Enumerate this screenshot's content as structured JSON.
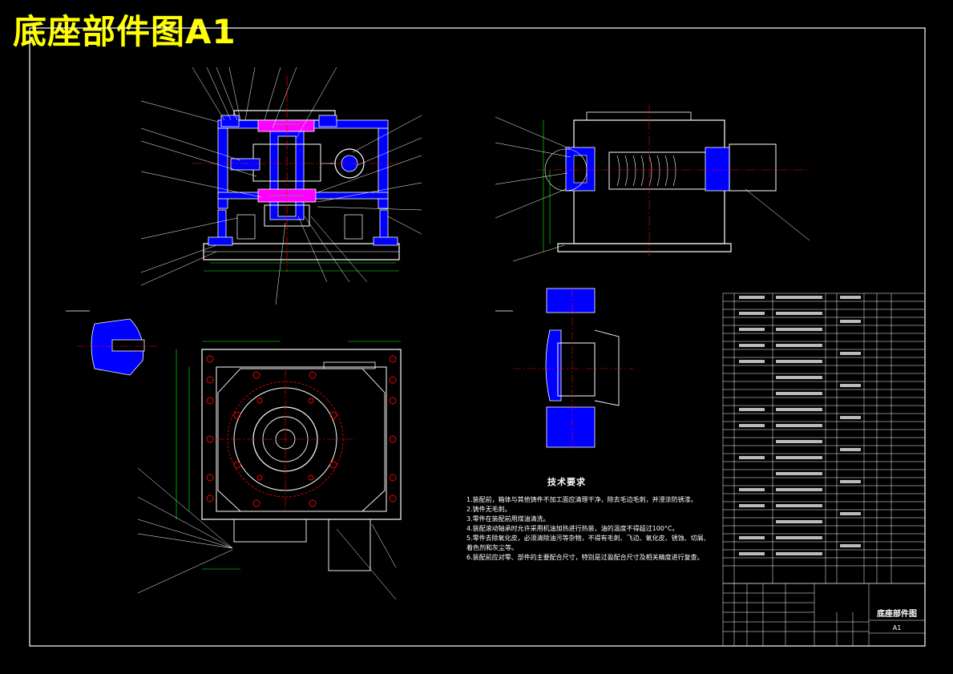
{
  "sheet": {
    "title": "底座部件图A1",
    "drawing_name": "底座部件图",
    "sheet_code": "A1"
  },
  "tech_requirements": {
    "heading": "技术要求",
    "lines": [
      "1.装配前，箱体与其他铸件不加工面应清理干净，除去毛边毛刺，并浸涂防锈漆。",
      "2.铸件无毛刺。",
      "3.零件在装配前用煤油清洗。",
      "4.装配滚动轴承时允许采用机油加热进行热装，油的温度不得超过100°C。",
      "5.零件去除氧化皮，必须清除油污等杂物，不得有毛刺、飞边、氧化皮、锈蚀、切屑、油污、",
      "着色剂和灰尘等。",
      "6.装配前应对零、部件的主要配合尺寸，特别是过盈配合尺寸及相关精度进行复查。"
    ]
  },
  "colors": {
    "background": "#000000",
    "outline": "#ffffff",
    "body": "#0000ff",
    "center_line": "#ff0000",
    "dimension": "#00ff00",
    "title": "#ffff00",
    "section": "#ff00ff"
  }
}
